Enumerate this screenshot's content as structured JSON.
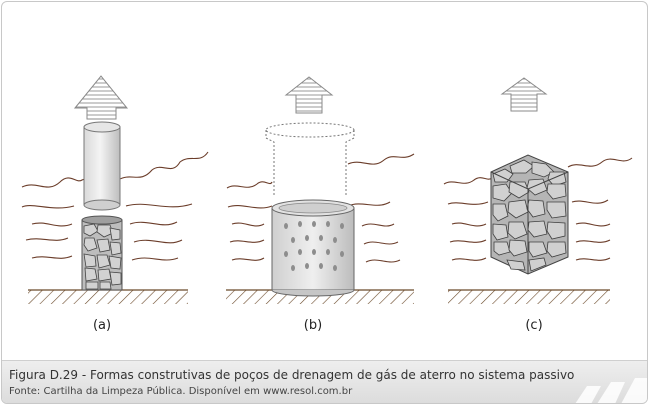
{
  "figure": {
    "panels": [
      {
        "label": "(a)"
      },
      {
        "label": "(b)"
      },
      {
        "label": "(c)"
      }
    ]
  },
  "caption": {
    "title": "Figura D.29 - Formas construtivas de poços de drenagem de gás de aterro no sistema passivo",
    "source": "Fonte: Cartilha da Limpeza Pública. Disponível em www.resol.com.br"
  }
}
